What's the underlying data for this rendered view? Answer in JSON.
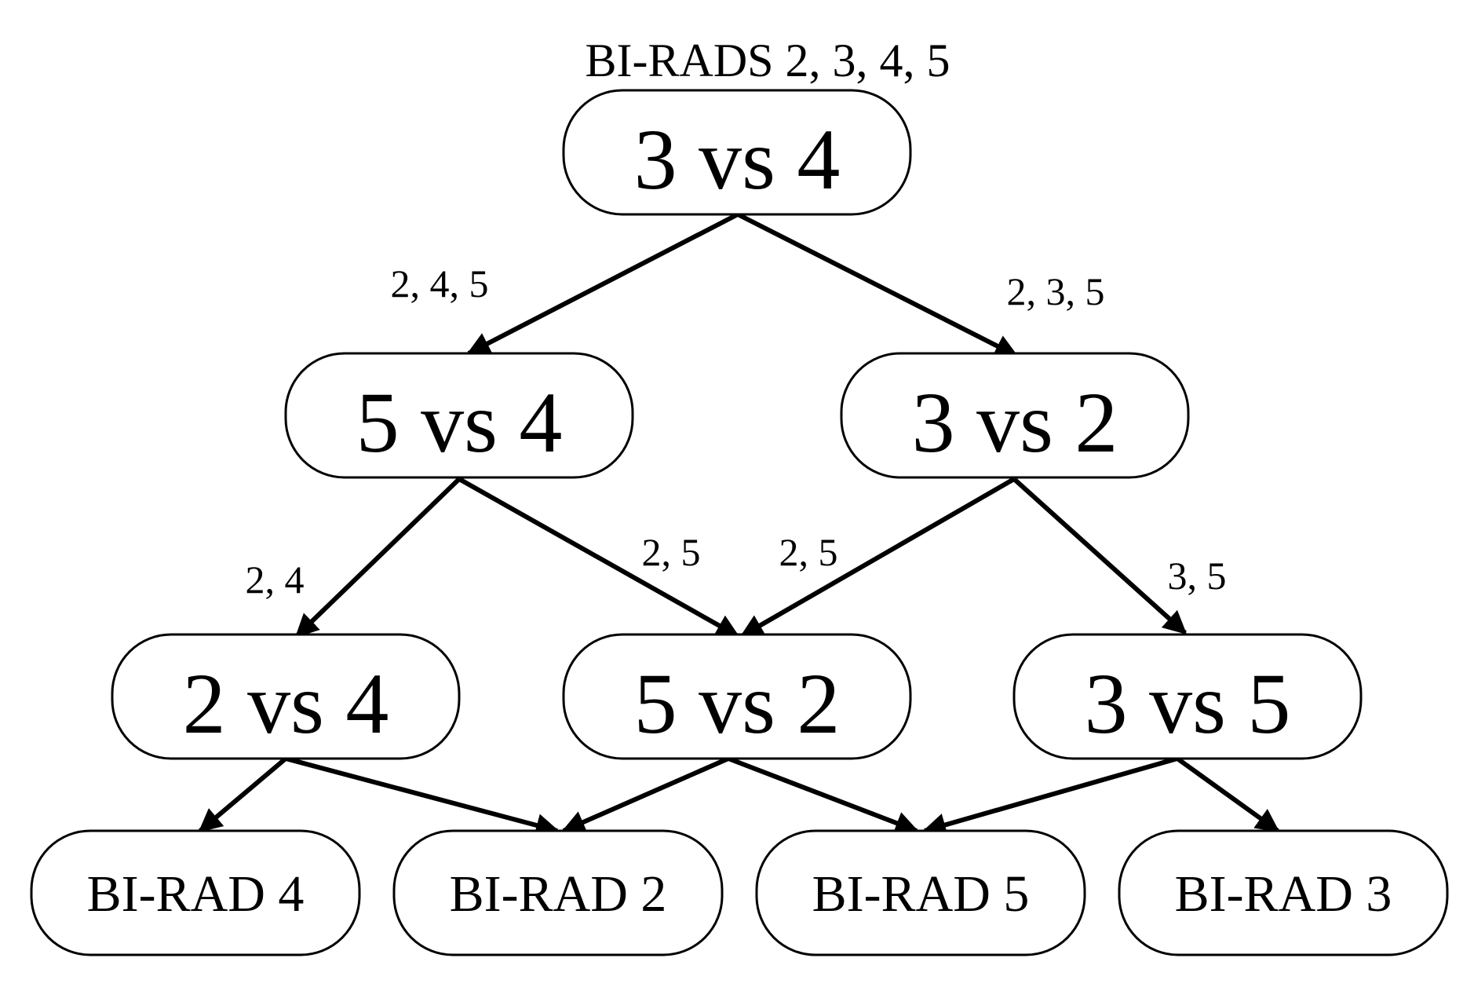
{
  "root_label": "BI-RADS 2, 3, 4, 5",
  "nodes": {
    "n34": "3 vs 4",
    "n54": "5 vs 4",
    "n32": "3 vs 2",
    "n24": "2 vs 4",
    "n52": "5 vs 2",
    "n35": "3 vs 5"
  },
  "leaves": {
    "l4": "BI-RAD 4",
    "l2": "BI-RAD 2",
    "l5": "BI-RAD 5",
    "l3": "BI-RAD 3"
  },
  "edge_labels": {
    "e_34_54": "2, 4, 5",
    "e_34_32": "2, 3, 5",
    "e_54_24": "2, 4",
    "e_54_52": "2, 5",
    "e_32_52": "2, 5",
    "e_32_35": "3, 5"
  }
}
